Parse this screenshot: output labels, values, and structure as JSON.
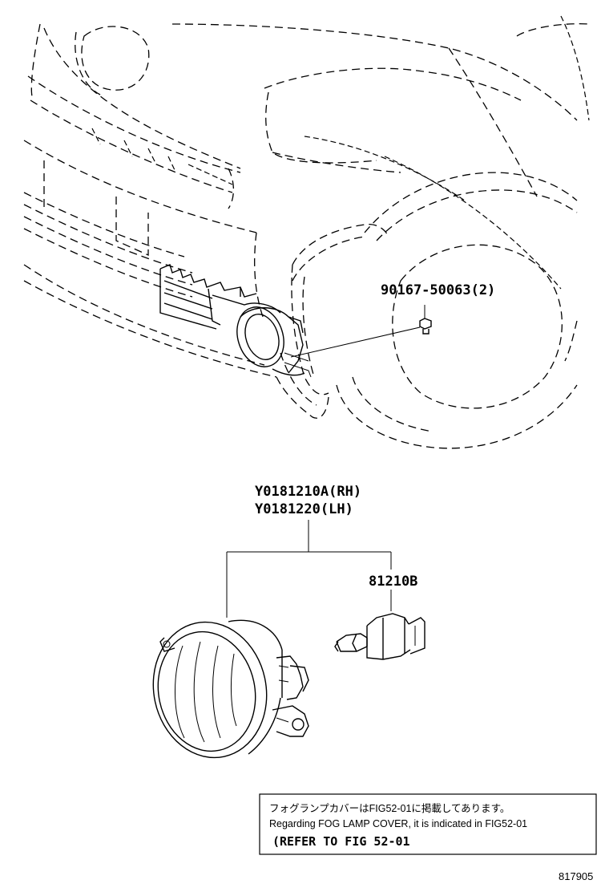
{
  "labels": {
    "bolt": "90167-50063(2)",
    "lamp_rh": "Y0181210A(RH)",
    "lamp_lh": "Y0181220(LH)",
    "bulb": "81210B"
  },
  "note": {
    "line_jp": "フォグランプカバーはFIG52-01に掲載してあります。",
    "line_en": "Regarding FOG LAMP COVER, it is indicated in FIG52-01",
    "line_ref": "(REFER TO FIG 52-01"
  },
  "figure_number": "817905"
}
